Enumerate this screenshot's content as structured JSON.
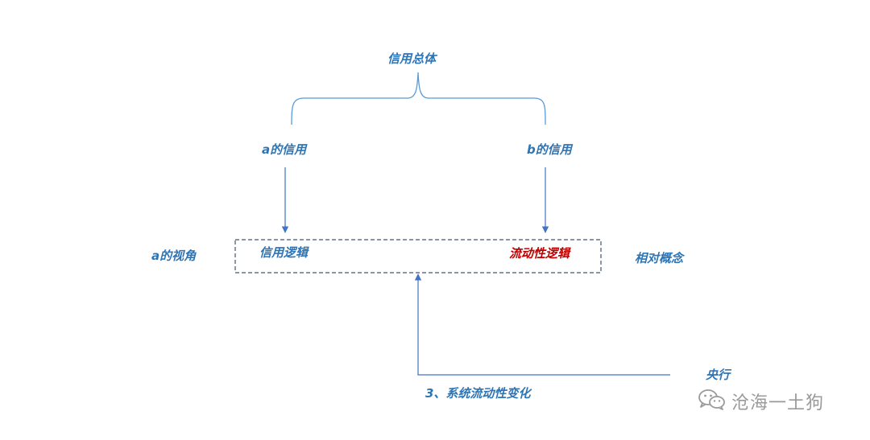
{
  "colors": {
    "line": "#5B9BD5",
    "arrow": "#4472C4",
    "label_blue": "#2E75B6",
    "label_red": "#C00000",
    "box_border": "#44546A",
    "watermark": "#9a9a9a"
  },
  "labels": {
    "total_credit": "信用总体",
    "a_credit": "a的信用",
    "b_credit": "b的信用",
    "a_perspective": "a的视角",
    "credit_logic": "信用逻辑",
    "liquidity_logic": "流动性逻辑",
    "relative_concept": "相对概念",
    "central_bank": "央行",
    "system_liquidity_change": "3、系统流动性变化"
  },
  "watermark": {
    "icon": "wechat-icon",
    "text": "沧海一土狗"
  }
}
